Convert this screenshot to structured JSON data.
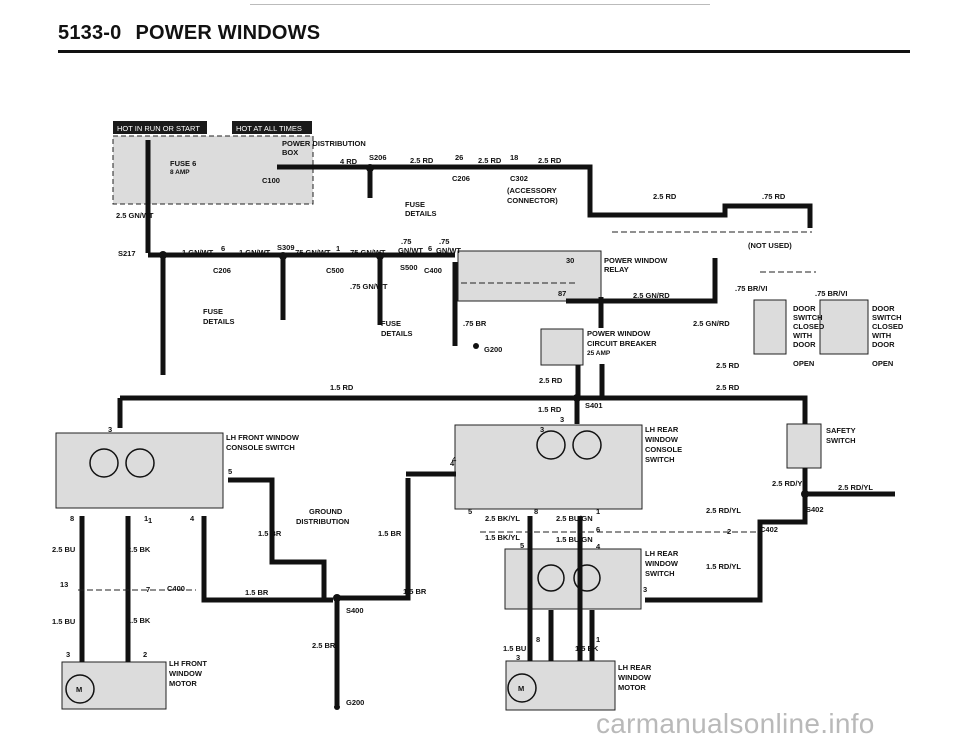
{
  "header": {
    "section": "5133-0",
    "title": "POWER WINDOWS"
  },
  "watermark": "carmanualsonline.info",
  "bars": {
    "hot_run_start": "HOT IN RUN OR START",
    "hot_all_times": "HOT AT ALL TIMES"
  },
  "labels": {
    "pdb_line1": "POWER DISTRIBUTION",
    "pdb_line2": "BOX",
    "fuse6": "FUSE 6",
    "fuse6_amp": "8 AMP",
    "c100": "C100",
    "w4rd": "4 RD",
    "s206": "S206",
    "w25rd_a": "2.5 RD",
    "pin26": "26",
    "c206_a": "C206",
    "w25rd_b": "2.5 RD",
    "pin18": "18",
    "w25rd_c": "2.5 RD",
    "c302": "C302",
    "acc1": "(ACCESSORY",
    "acc2": "CONNECTOR)",
    "fuse_a1": "FUSE",
    "fuse_a2": "DETAILS",
    "w25gnwt": "2.5 GN/WT",
    "s217": "S217",
    "w1gnwt_a": "1 GN/WT",
    "pin6_a": "6",
    "w1gnwt_b": "1 GN/WT",
    "s309": "S309",
    "w75gnwt_a": ".75 GN/WT",
    "pin1": "1",
    "w75gnwt_b": ".75 GN/WT",
    "w75a": ".75",
    "w75gnwt_c": "GN/WT",
    "pin6_b": "6",
    "w75b": ".75",
    "w75gnwt_d": "GN/WT",
    "c206_b": "C206",
    "c500": "C500",
    "s500": "S500",
    "c400_a": "C400",
    "w75gnwt_e": ".75 GN/WT",
    "fuse_b1": "FUSE",
    "fuse_b2": "DETAILS",
    "fuse_c1": "FUSE",
    "fuse_c2": "DETAILS",
    "w75br": ".75 BR",
    "g200_a": "G200",
    "relay_pin30": "30",
    "relay_pin87": "87",
    "relay1": "POWER WINDOW",
    "relay2": "RELAY",
    "w25rd_d": "2.5 RD",
    "w75rd": ".75 RD",
    "notused": "(NOT USED)",
    "w25gnrd_a": "2.5 GN/RD",
    "w75brvi_a": ".75 BR/VI",
    "w75brvi_b": ".75 BR/VI",
    "w25gnrd_b": "2.5 GN/RD",
    "cb1": "POWER WINDOW",
    "cb2": "CIRCUIT BREAKER",
    "cb3": "25 AMP",
    "ds1_a": "DOOR",
    "ds1_b": "SWITCH",
    "ds1_c": "CLOSED",
    "ds1_d": "WITH",
    "ds1_e": "DOOR",
    "ds1_f": "OPEN",
    "ds2_a": "DOOR",
    "ds2_b": "SWITCH",
    "ds2_c": "CLOSED",
    "ds2_d": "WITH",
    "ds2_e": "DOOR",
    "ds2_f": "OPEN",
    "w25rd_e": "2.5 RD",
    "w25rd_f": "2.5 RD",
    "w25rd_g": "2.5 RD",
    "w15rd_a": "1.5 RD",
    "w15rd_b": "1.5 RD",
    "s401": "S401",
    "lhfs1": "LH FRONT WINDOW",
    "lhfs2": "CONSOLE SWITCH",
    "lhrc1": "LH REAR",
    "lhrc2": "WINDOW",
    "lhrc3": "CONSOLE",
    "lhrc4": "SWITCH",
    "safety1": "SAFETY",
    "safety2": "SWITCH",
    "w25rdyl_a": "2.5 RD/YL",
    "w25rdyl_b": "2.5 RD/YL",
    "w25rdyl_c": "2.5 RD/YL",
    "s402": "S402",
    "c402": "C402",
    "w15rdyl": "1.5 RD/YL",
    "gd1": "GROUND",
    "gd2": "DISTRIBUTION",
    "w15br_a": "1.5 BR",
    "w15br_b": "1.5 BR",
    "w15br_c": "1.5 BR",
    "w15br_d": "1.5 BR",
    "s400": "S400",
    "w25br": "2.5 BR",
    "g200_b": "G200",
    "w25bkyl": "2.5 BK/YL",
    "w25bugn": "2.5 BU/GN",
    "w15bkyl": "1.5 BK/YL",
    "w15bugn": "1.5 BU/GN",
    "lhrw1": "LH REAR",
    "lhrw2": "WINDOW",
    "lhrw3": "SWITCH",
    "w25bu": "2.5 BU",
    "w25bk": "2.5 BK",
    "c400_b": "C400",
    "w15bu_a": "1.5 BU",
    "w15bk_a": "1.5 BK",
    "w15bu_b": "1.5 BU",
    "w15bk_b": "1.5 BK",
    "lhfm1": "LH FRONT",
    "lhfm2": "WINDOW",
    "lhfm3": "MOTOR",
    "lhrm1": "LH REAR",
    "lhrm2": "WINDOW",
    "lhrm3": "MOTOR",
    "pin3_a": "3",
    "pin4_a": "4",
    "pin5_a": "5",
    "pin8_a": "8",
    "pin1_a": "1",
    "pin4_b": "4",
    "pin13": "13",
    "pin7": "7",
    "pin3_b": "3",
    "pin2_a": "2",
    "pin3_c": "3",
    "pin4_c": "4",
    "pin5_b": "5",
    "pin8_b": "8",
    "pin1_b": "1",
    "pin6_c": "6",
    "pin5_c": "5",
    "pin4_d": "4",
    "pin3_d": "3",
    "pin8_c": "8",
    "pin1_c": "1",
    "pin3_e": "3",
    "pin2_b": "2",
    "pin1_d": "1",
    "pin2_c": "2",
    "pin3_f": "3",
    "motor_m1": "M",
    "motor_m2": "M"
  }
}
